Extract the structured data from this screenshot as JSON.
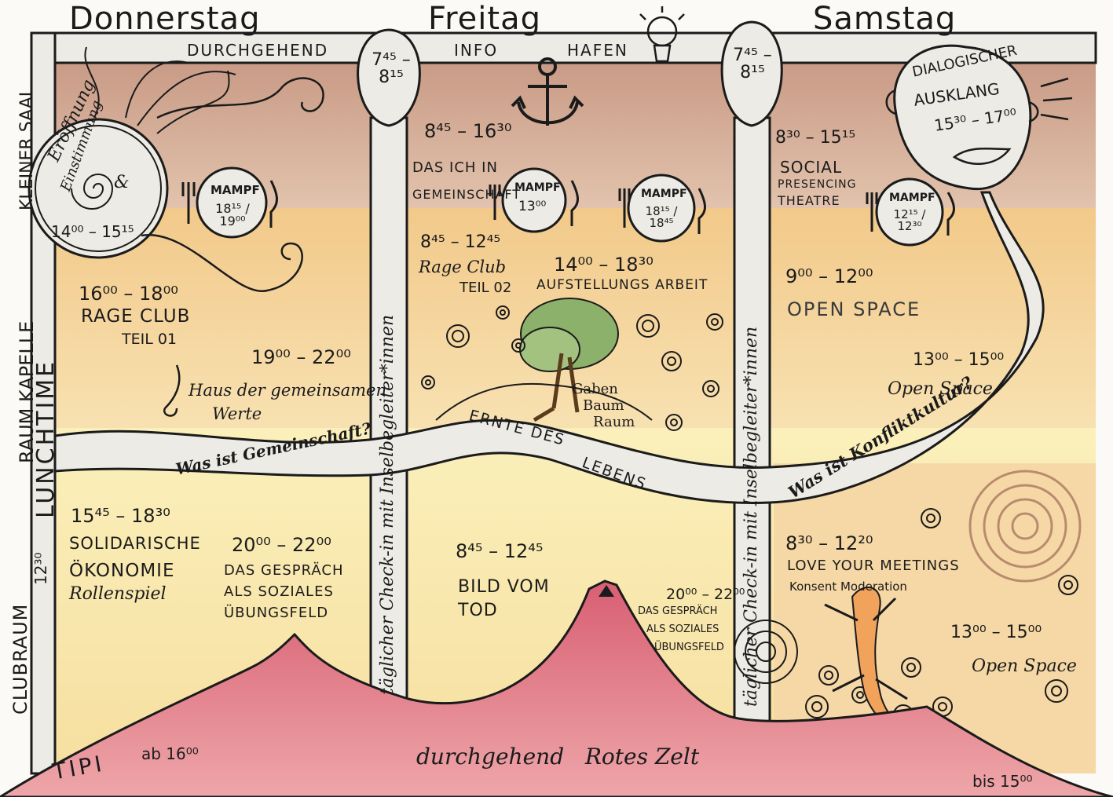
{
  "days": {
    "thursday": "Donnerstag",
    "friday": "Freitag",
    "saturday": "Samstag"
  },
  "top_banner": {
    "left": "DURCHGEHEND",
    "middle": "INFO",
    "right": "HAFEN"
  },
  "checkin_times": {
    "friday": "7⁴⁵ – 8¹⁵",
    "saturday": "7⁴⁵ – 8¹⁵"
  },
  "side_labels": {
    "kleiner_saal": "KLEINER SAAL",
    "raum_kapelle": "RAUM KAPELLE",
    "lunchtime": "LUNCHTIME",
    "lunch_time_value": "12³⁰",
    "clubraum": "CLUBRAUM",
    "checkin_friday": "täglicher Check-in mit Inselbegleiter*innen",
    "checkin_saturday": "täglicher Check-in mit Inselbegleiter*innen"
  },
  "opening": {
    "line1": "Eröffnung",
    "amp": "&",
    "line2": "Einstimmung",
    "time": "14⁰⁰ – 15¹⁵"
  },
  "meals": [
    {
      "label": "MAMPF",
      "time": "18¹⁵ / 19⁰⁰"
    },
    {
      "label": "MAMPF",
      "time": "13⁰⁰"
    },
    {
      "label": "MAMPF",
      "time": "18¹⁵ / 18⁴⁵"
    },
    {
      "label": "MAMPF",
      "time": "12¹⁵ / 12³⁰"
    }
  ],
  "thursday_events": {
    "rage_club_time": "16⁰⁰ – 18⁰⁰",
    "rage_club_title": "RAGE CLUB",
    "rage_club_sub": "TEIL 01",
    "haus_time": "19⁰⁰ – 22⁰⁰",
    "haus_title_1": "Haus der gemeinsamen",
    "haus_title_2": "Werte",
    "oekonomie_time": "15⁴⁵ – 18³⁰",
    "oekonomie_1": "SOLIDARISCHE",
    "oekonomie_2": "ÖKONOMIE",
    "oekonomie_3": "Rollenspiel",
    "gespraech_time": "20⁰⁰ – 22⁰⁰",
    "gespraech_1": "DAS GESPRÄCH",
    "gespraech_2": "ALS SOZIALES",
    "gespraech_3": "ÜBUNGSFELD"
  },
  "friday_events": {
    "ich_time": "8⁴⁵ – 16³⁰",
    "ich_1": "DAS ICH IN",
    "ich_2": "GEMEINSCHAFT",
    "rage2_time": "8⁴⁵ – 12⁴⁵",
    "rage2_1": "Rage Club",
    "rage2_2": "TEIL 02",
    "aufstellung_time": "14⁰⁰ – 18³⁰",
    "aufstellung_title": "AUFSTELLUNGS ARBEIT",
    "baum_1": "Gaben",
    "baum_2": "Baum",
    "baum_3": "Raum",
    "tod_time": "8⁴⁵ – 12⁴⁵",
    "tod_1": "BILD VOM",
    "tod_2": "TOD",
    "gespraech_time": "20⁰⁰ – 22⁰⁰",
    "gespraech_1": "DAS GESPRÄCH",
    "gespraech_2": "ALS SOZIALES",
    "gespraech_3": "ÜBUNGSFELD"
  },
  "saturday_events": {
    "ausklang_1": "DIALOGISCHER",
    "ausklang_2": "AUSKLANG",
    "ausklang_time": "15³⁰ – 17⁰⁰",
    "social_time": "8³⁰ – 15¹⁵",
    "social_1": "SOCIAL",
    "social_2": "PRESENCING",
    "social_3": "THEATRE",
    "open1_time": "9⁰⁰ – 12⁰⁰",
    "open1_title": "OPEN SPACE",
    "open2_time": "13⁰⁰ – 15⁰⁰",
    "open2_title": "Open Space",
    "love_time": "8³⁰ – 12²⁰",
    "love_title": "LOVE YOUR MEETINGS",
    "love_sub": "Konsent Moderation",
    "open3_time": "13⁰⁰ – 15⁰⁰",
    "open3_title": "Open Space"
  },
  "river": {
    "left": "Was ist Gemeinschaft?",
    "middle_1": "ERNTE DES",
    "middle_2": "LEBENS",
    "right": "Was ist Konfliktkultur?"
  },
  "bottom": {
    "tipi": "TIPI",
    "tipi_time": "ab 16⁰⁰",
    "zelt": "durchgehend   Rotes Zelt",
    "until": "bis 15⁰⁰"
  },
  "colors": {
    "ink": "#1b1b1b",
    "path": "#e6e6e3",
    "band_top": "#d8b8a2",
    "band_mid": "#f1cf8f",
    "band_low": "#fbeaa5",
    "tent": "#dc7585"
  }
}
